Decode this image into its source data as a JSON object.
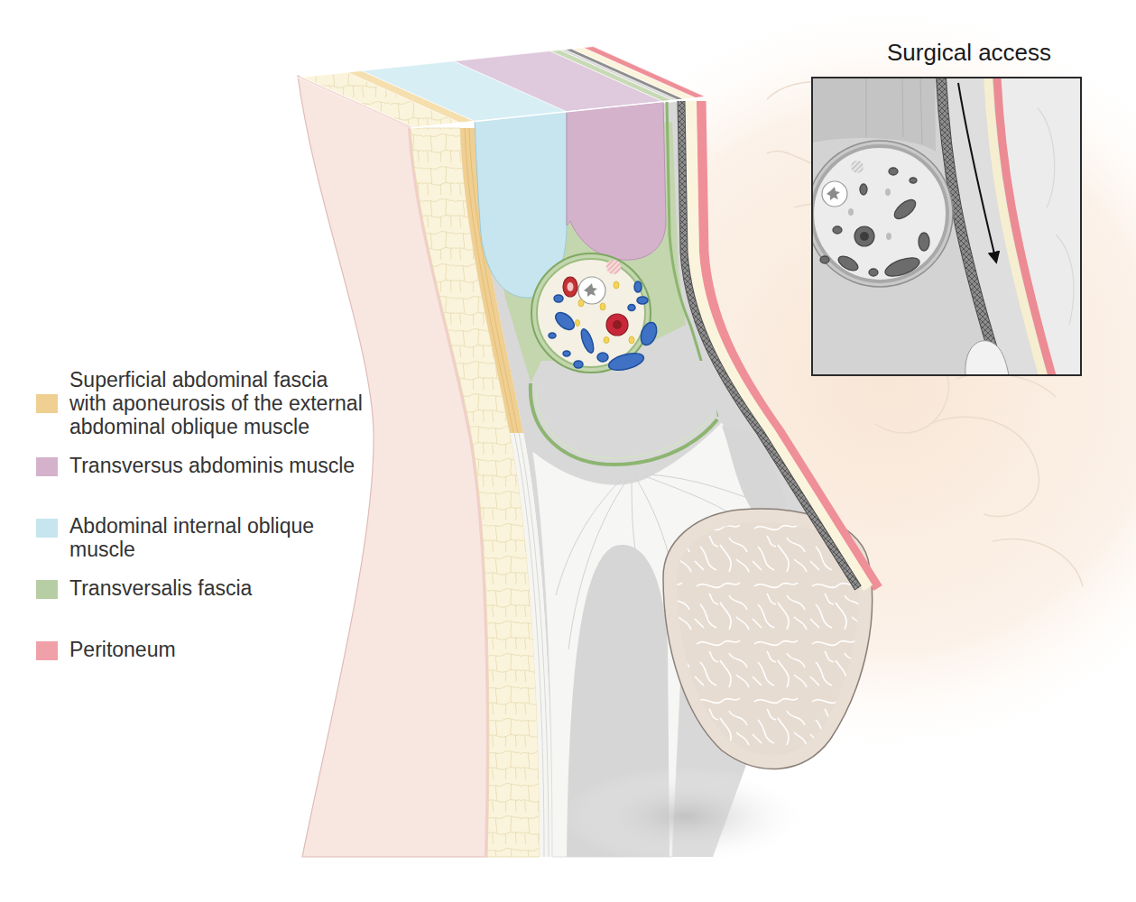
{
  "diagram": {
    "labels": [
      "Surgical access"
    ],
    "legend": [
      {
        "text": "Superficial abdominal fascia with aponeurosis of the external abdominal oblique muscle",
        "color": "#efcf92"
      },
      {
        "text": "Transversus abdominis muscle",
        "color": "#d4b2cc"
      },
      {
        "text": "Abdominal internal oblique muscle",
        "color": "#c7e5ee"
      },
      {
        "text": "Transversalis fascia",
        "color": "#b7cda3"
      },
      {
        "text": "Peritoneum",
        "color": "#f0a0a8"
      }
    ]
  }
}
